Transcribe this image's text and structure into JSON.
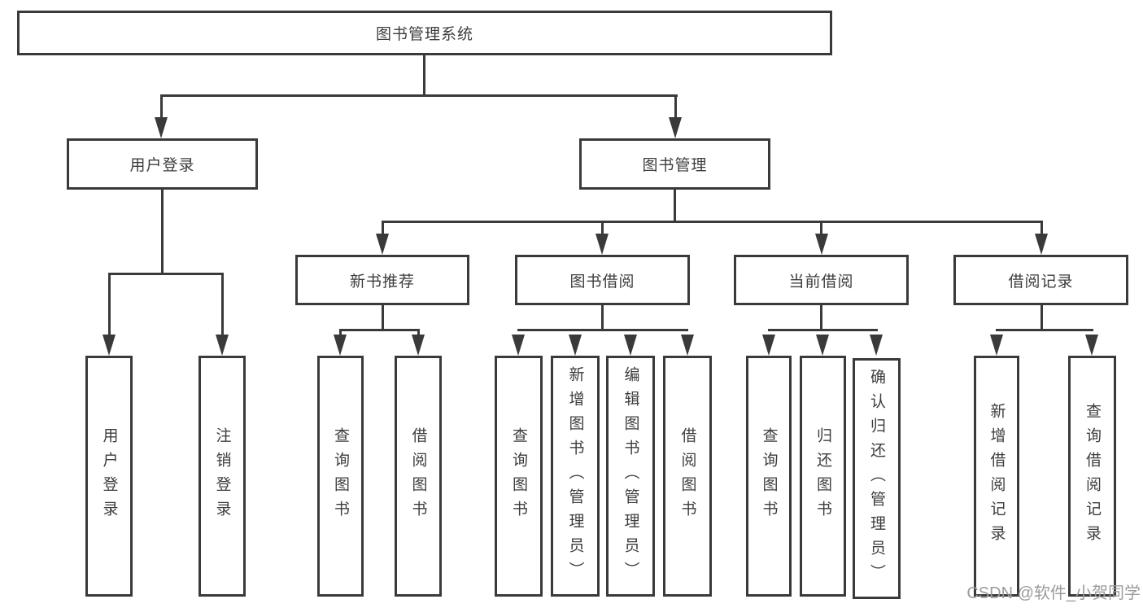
{
  "nodes": {
    "root": "图书管理系统",
    "user_login": "用户登录",
    "book_mgmt": "图书管理",
    "new_book_rec": "新书推荐",
    "book_borrowing": "图书借阅",
    "current_borrowing": "当前借阅",
    "borrow_records": "借阅记录",
    "leaf_user_login": "用户登录",
    "leaf_logout": "注销登录",
    "leaf_nb_query": "查询图书",
    "leaf_nb_borrow": "借阅图书",
    "leaf_bb_query": "查询图书",
    "leaf_bb_add": "新增图书（管理员）",
    "leaf_bb_edit": "编辑图书（管理员）",
    "leaf_bb_borrow": "借阅图书",
    "leaf_cb_query": "查询图书",
    "leaf_cb_return": "归还图书",
    "leaf_cb_confirm": "确认归还（管理员）",
    "leaf_br_add": "新增借阅记录",
    "leaf_br_query": "查询借阅记录"
  },
  "hierarchy": {
    "图书管理系统": {
      "用户登录": [
        "用户登录",
        "注销登录"
      ],
      "图书管理": {
        "新书推荐": [
          "查询图书",
          "借阅图书"
        ],
        "图书借阅": [
          "查询图书",
          "新增图书（管理员）",
          "编辑图书（管理员）",
          "借阅图书"
        ],
        "当前借阅": [
          "查询图书",
          "归还图书",
          "确认归还（管理员）"
        ],
        "借阅记录": [
          "新增借阅记录",
          "查询借阅记录"
        ]
      }
    }
  },
  "watermark": {
    "text": "CSDN @软件_小贺同学"
  },
  "colors": {
    "line": "#3a3a3a",
    "text": "#3d3d3d",
    "background": "#ffffff",
    "watermark": "#9b9b9b"
  }
}
